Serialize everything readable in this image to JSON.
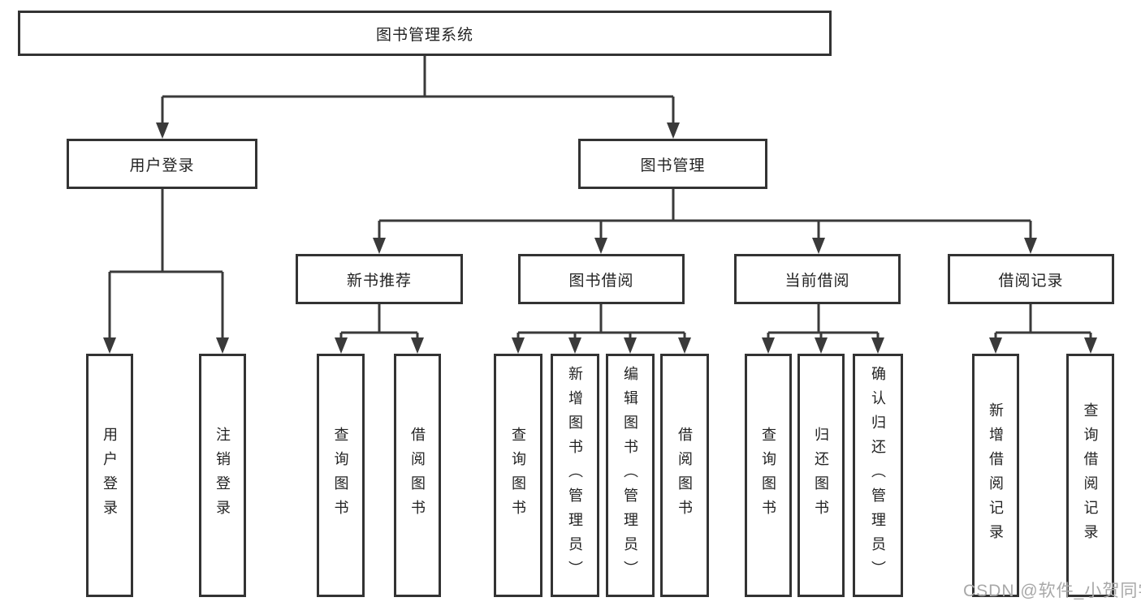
{
  "diagram": {
    "title": "图书管理系统",
    "type": "hierarchy-tree",
    "root": {
      "label": "图书管理系统"
    },
    "level2": [
      {
        "id": "user-login",
        "label": "用户登录",
        "parent": "root"
      },
      {
        "id": "book-management",
        "label": "图书管理",
        "parent": "root"
      }
    ],
    "level3": [
      {
        "id": "new-book-recommend",
        "label": "新书推荐",
        "parent": "book-management"
      },
      {
        "id": "book-borrow",
        "label": "图书借阅",
        "parent": "book-management"
      },
      {
        "id": "current-borrow",
        "label": "当前借阅",
        "parent": "book-management"
      },
      {
        "id": "borrow-records",
        "label": "借阅记录",
        "parent": "book-management"
      }
    ],
    "leaves": [
      {
        "label": "用户登录",
        "parent": "user-login"
      },
      {
        "label": "注销登录",
        "parent": "user-login"
      },
      {
        "label": "查询图书",
        "parent": "new-book-recommend"
      },
      {
        "label": "借阅图书",
        "parent": "new-book-recommend"
      },
      {
        "label": "查询图书",
        "parent": "book-borrow"
      },
      {
        "label": "新增图书（管理员）",
        "parent": "book-borrow"
      },
      {
        "label": "编辑图书（管理员）",
        "parent": "book-borrow"
      },
      {
        "label": "借阅图书",
        "parent": "book-borrow"
      },
      {
        "label": "查询图书",
        "parent": "current-borrow"
      },
      {
        "label": "归还图书",
        "parent": "current-borrow"
      },
      {
        "label": "确认归还（管理员）",
        "parent": "current-borrow"
      },
      {
        "label": "新增借阅记录",
        "parent": "borrow-records"
      },
      {
        "label": "查询借阅记录",
        "parent": "borrow-records"
      }
    ],
    "watermark": "CSDN @软件_小贺同学",
    "colors": {
      "line": "#3a3a3a",
      "box_border": "#333333",
      "text": "#232323",
      "watermark": "#a8a8a8",
      "background": "#ffffff"
    }
  }
}
